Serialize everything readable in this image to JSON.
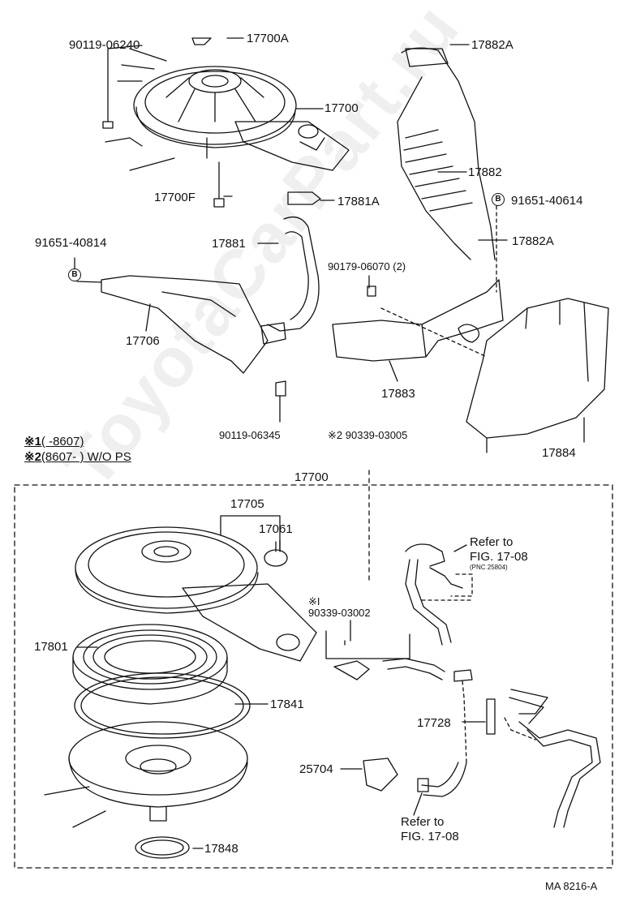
{
  "watermark": "ToyotaCarPart.ru",
  "labels": {
    "p_90119_06240": "90119-06240",
    "p_17700A": "17700A",
    "p_17700_top": "17700",
    "p_17700F": "17700F",
    "p_17881A": "17881A",
    "p_17882A_top": "17882A",
    "p_17882": "17882",
    "p_91651_40614": "91651-40614",
    "p_17882A_mid": "17882A",
    "p_91651_40814": "91651-40814",
    "p_17881": "17881",
    "p_90179_06070": "90179-06070 (2)",
    "p_17706": "17706",
    "p_17883": "17883",
    "p_90119_06345": "90119-06345",
    "p_17884": "17884",
    "p_90339_03005": "90339-03005",
    "p_17700_box": "17700",
    "p_17705": "17705",
    "p_17061": "17061",
    "p_90339_03002": "90339-03002",
    "p_17801": "17801",
    "p_17841": "17841",
    "p_17728": "17728",
    "p_25704": "25704",
    "p_17848": "17848"
  },
  "markers": {
    "bolt_b": "B",
    "note1": "※1",
    "note2": "※2",
    "note_mark": "※"
  },
  "notes": {
    "line1_mark": "※1",
    "line1_text": "(        -8607)",
    "line2_mark": "※2",
    "line2_text": "(8607-          ) W/O PS",
    "star2_prefix": "※2",
    "star1_prefix": "※I"
  },
  "refs": {
    "ref1_line1": "Refer to",
    "ref1_line2": "FIG. 17-08",
    "ref1_line3": "(PNC 25804)",
    "ref2_line1": "Refer to",
    "ref2_line2": "FIG. 17-08"
  },
  "footer": {
    "code": "MA 8216-A"
  }
}
